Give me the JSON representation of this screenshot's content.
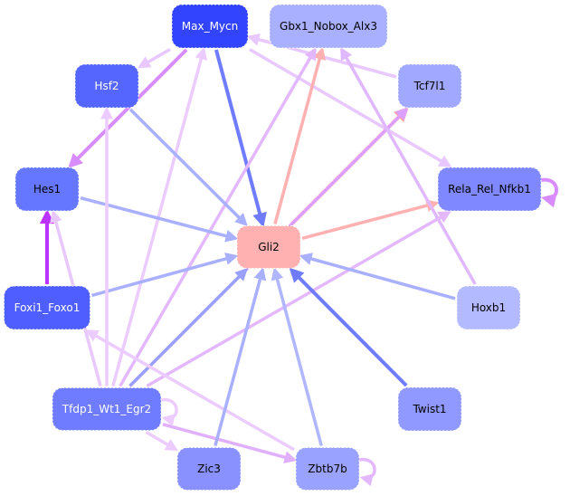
{
  "nodes": [
    {
      "id": "Max_Mycn",
      "label": "Max_Mycn",
      "fill": "#3344ff",
      "text": "#ffffff"
    },
    {
      "id": "Gbx1_Nobox_Alx3",
      "label": "Gbx1_Nobox_Alx3",
      "fill": "#a8b0ff",
      "text": "#000000"
    },
    {
      "id": "Hsf2",
      "label": "Hsf2",
      "fill": "#5566ff",
      "text": "#ffffff"
    },
    {
      "id": "Tcf7l1",
      "label": "Tcf7l1",
      "fill": "#a0a8ff",
      "text": "#000000"
    },
    {
      "id": "Hes1",
      "label": "Hes1",
      "fill": "#6677ff",
      "text": "#000000"
    },
    {
      "id": "Rela_Rel_Nfkb1",
      "label": "Rela_Rel_Nfkb1",
      "fill": "#7f88ff",
      "text": "#000000"
    },
    {
      "id": "Gli2",
      "label": "Gli2",
      "fill": "#ffb0b0",
      "text": "#000000"
    },
    {
      "id": "Foxi1_Foxo1",
      "label": "Foxi1_Foxo1",
      "fill": "#4f5fff",
      "text": "#ffffff"
    },
    {
      "id": "Hoxb1",
      "label": "Hoxb1",
      "fill": "#b4baff",
      "text": "#000000"
    },
    {
      "id": "Tfdp1_Wt1_Egr2",
      "label": "Tfdp1_Wt1_Egr2",
      "fill": "#6f7cff",
      "text": "#ffffff"
    },
    {
      "id": "Twist1",
      "label": "Twist1",
      "fill": "#9099ff",
      "text": "#000000"
    },
    {
      "id": "Zic3",
      "label": "Zic3",
      "fill": "#8891ff",
      "text": "#000000"
    },
    {
      "id": "Zbtb7b",
      "label": "Zbtb7b",
      "fill": "#9aa2ff",
      "text": "#000000"
    }
  ],
  "edges": [
    {
      "from": "Max_Mycn",
      "to": "Gli2",
      "color": "#6f7cff"
    },
    {
      "from": "Max_Mycn",
      "to": "Hes1",
      "color": "#d88cff"
    },
    {
      "from": "Max_Mycn",
      "to": "Hsf2",
      "color": "#e8c8ff"
    },
    {
      "from": "Max_Mycn",
      "to": "Rela_Rel_Nfkb1",
      "color": "#e8c8ff"
    },
    {
      "from": "Tcf7l1",
      "to": "Max_Mycn",
      "color": "#e8c8ff"
    },
    {
      "from": "Tfdp1_Wt1_Egr2",
      "to": "Max_Mycn",
      "color": "#ecccff"
    },
    {
      "from": "Gli2",
      "to": "Gbx1_Nobox_Alx3",
      "color": "#ffb0b0"
    },
    {
      "from": "Gli2",
      "to": "Tcf7l1",
      "color": "#ff9f9f"
    },
    {
      "from": "Gli2",
      "to": "Rela_Rel_Nfkb1",
      "color": "#ffb0b0"
    },
    {
      "from": "Tfdp1_Wt1_Egr2",
      "to": "Gbx1_Nobox_Alx3",
      "color": "#e4b8ff"
    },
    {
      "from": "Tfdp1_Wt1_Egr2",
      "to": "Tcf7l1",
      "color": "#dda0ff"
    },
    {
      "from": "Hoxb1",
      "to": "Gbx1_Nobox_Alx3",
      "color": "#e0b8ff"
    },
    {
      "from": "Hsf2",
      "to": "Gli2",
      "color": "#a8b0ff"
    },
    {
      "from": "Hes1",
      "to": "Gli2",
      "color": "#a8b0ff"
    },
    {
      "from": "Foxi1_Foxo1",
      "to": "Hes1",
      "color": "#bb33ff"
    },
    {
      "from": "Foxi1_Foxo1",
      "to": "Gli2",
      "color": "#a8b0ff"
    },
    {
      "from": "Tfdp1_Wt1_Egr2",
      "to": "Hes1",
      "color": "#e8c8ff"
    },
    {
      "from": "Tfdp1_Wt1_Egr2",
      "to": "Hsf2",
      "color": "#ecccff"
    },
    {
      "from": "Tfdp1_Wt1_Egr2",
      "to": "Gli2",
      "color": "#99a0ff"
    },
    {
      "from": "Tfdp1_Wt1_Egr2",
      "to": "Rela_Rel_Nfkb1",
      "color": "#e4b8ff"
    },
    {
      "from": "Zbtb7b",
      "to": "Foxi1_Foxo1",
      "color": "#ecccff"
    },
    {
      "from": "Tfdp1_Wt1_Egr2",
      "to": "Zic3",
      "color": "#ecccff"
    },
    {
      "from": "Tfdp1_Wt1_Egr2",
      "to": "Zbtb7b",
      "color": "#e0b0ff"
    },
    {
      "from": "Zic3",
      "to": "Gli2",
      "color": "#a8b0ff"
    },
    {
      "from": "Zbtb7b",
      "to": "Gli2",
      "color": "#b0b6ff"
    },
    {
      "from": "Twist1",
      "to": "Gli2",
      "color": "#6f7cff"
    },
    {
      "from": "Hoxb1",
      "to": "Gli2",
      "color": "#a8b0ff"
    },
    {
      "from": "Tfdp1_Wt1_Egr2",
      "to": "Tfdp1_Wt1_Egr2",
      "color": "#ecccff"
    },
    {
      "from": "Zbtb7b",
      "to": "Zbtb7b",
      "color": "#e4b8ff"
    },
    {
      "from": "Rela_Rel_Nfkb1",
      "to": "Rela_Rel_Nfkb1",
      "color": "#d88cff"
    }
  ]
}
